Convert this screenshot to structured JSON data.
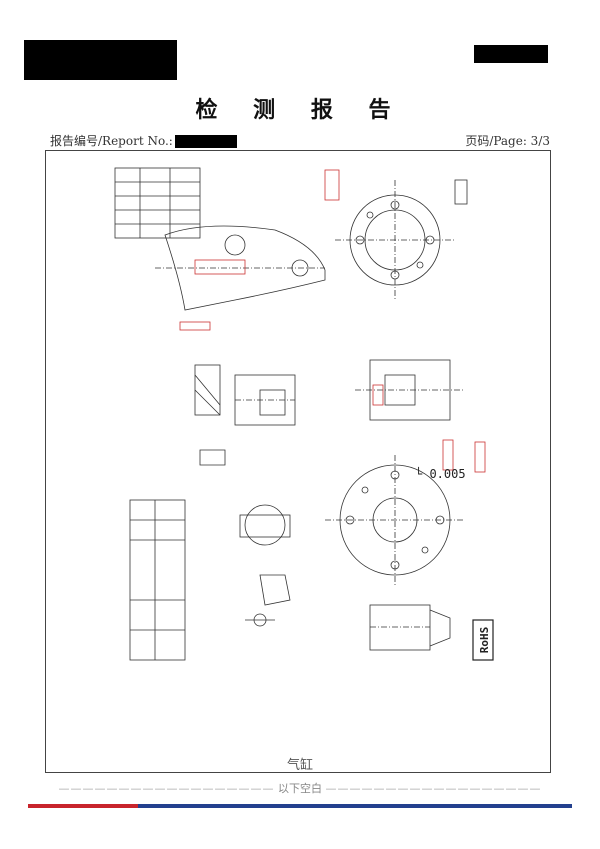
{
  "header": {
    "title": "检 测 报 告",
    "report_no_label": "报告编号/Report No.:",
    "page_label": "页码/Page: 3/3"
  },
  "drawing": {
    "stamp": "RoHS",
    "annotation": "└ 0.005",
    "caption": "气缸"
  },
  "footer": {
    "end_text": "以下空白",
    "bar_colors": [
      "#c8242c",
      "#23408e"
    ]
  }
}
